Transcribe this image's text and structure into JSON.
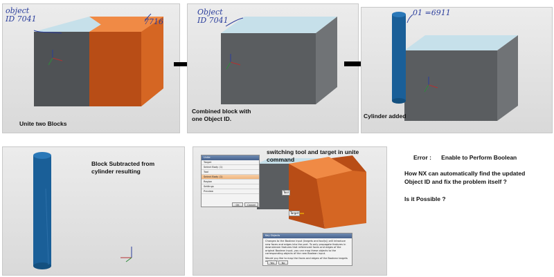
{
  "panels": {
    "p1": {
      "caption": "Unite two Blocks",
      "annot_left": [
        "object",
        "ID 7041"
      ],
      "annot_right": "7716"
    },
    "p2": {
      "caption": [
        "Combined block with",
        "one Object ID."
      ],
      "annot": [
        "Object",
        "ID 7041"
      ]
    },
    "p3": {
      "caption": "Cylinder added",
      "annot": "01 =6911"
    },
    "p4": {
      "caption": [
        "Block Subtracted from",
        "cylinder resulting"
      ]
    },
    "p5": {
      "caption": "switching tool and target in unite command",
      "unite_dialog": {
        "title": "Unite",
        "rows": [
          "Target",
          "Select Body (1)",
          "Tool",
          "Select Body (1)",
          "Region",
          "Settings",
          "Preview"
        ],
        "ok": "OK",
        "cancel": "Cancel"
      },
      "tags": {
        "tool": "Tool",
        "target": "Target"
      },
      "key_dialog": {
        "title": "Key Objects",
        "text": [
          "Changes to the Boolean input (targets and tool(s)) will introduce",
          "new faces and edges into the part. To only propagate features in",
          "downstream features that referenced faces and edges of the",
          "original Boolean input, you can map these objects to the",
          "corresponding objects of the new Boolean input.",
          "Would you like to map the faces and edges of the Boolean targets and tools?"
        ],
        "yes": "Yes",
        "no": "No"
      }
    }
  },
  "notes": {
    "error": "Error :      Enable to Perform Boolean",
    "question": [
      "How NX can automatically find the updated",
      "Object ID and fix the problem itself ?"
    ],
    "possible": "Is it Possible ?"
  },
  "colors": {
    "block_top": "#c5e0ea",
    "block_front": "#4d5053",
    "block_side": "#6a6d70",
    "orange_front": "#b84d16",
    "orange_top": "#f08a45",
    "orange_side": "#d56623",
    "cylinder": "#1a5f98",
    "annotation": "#2a3d9c"
  },
  "icons": [
    "arrow-right-icon",
    "arrow-right-icon",
    "axis-triad-icon"
  ]
}
